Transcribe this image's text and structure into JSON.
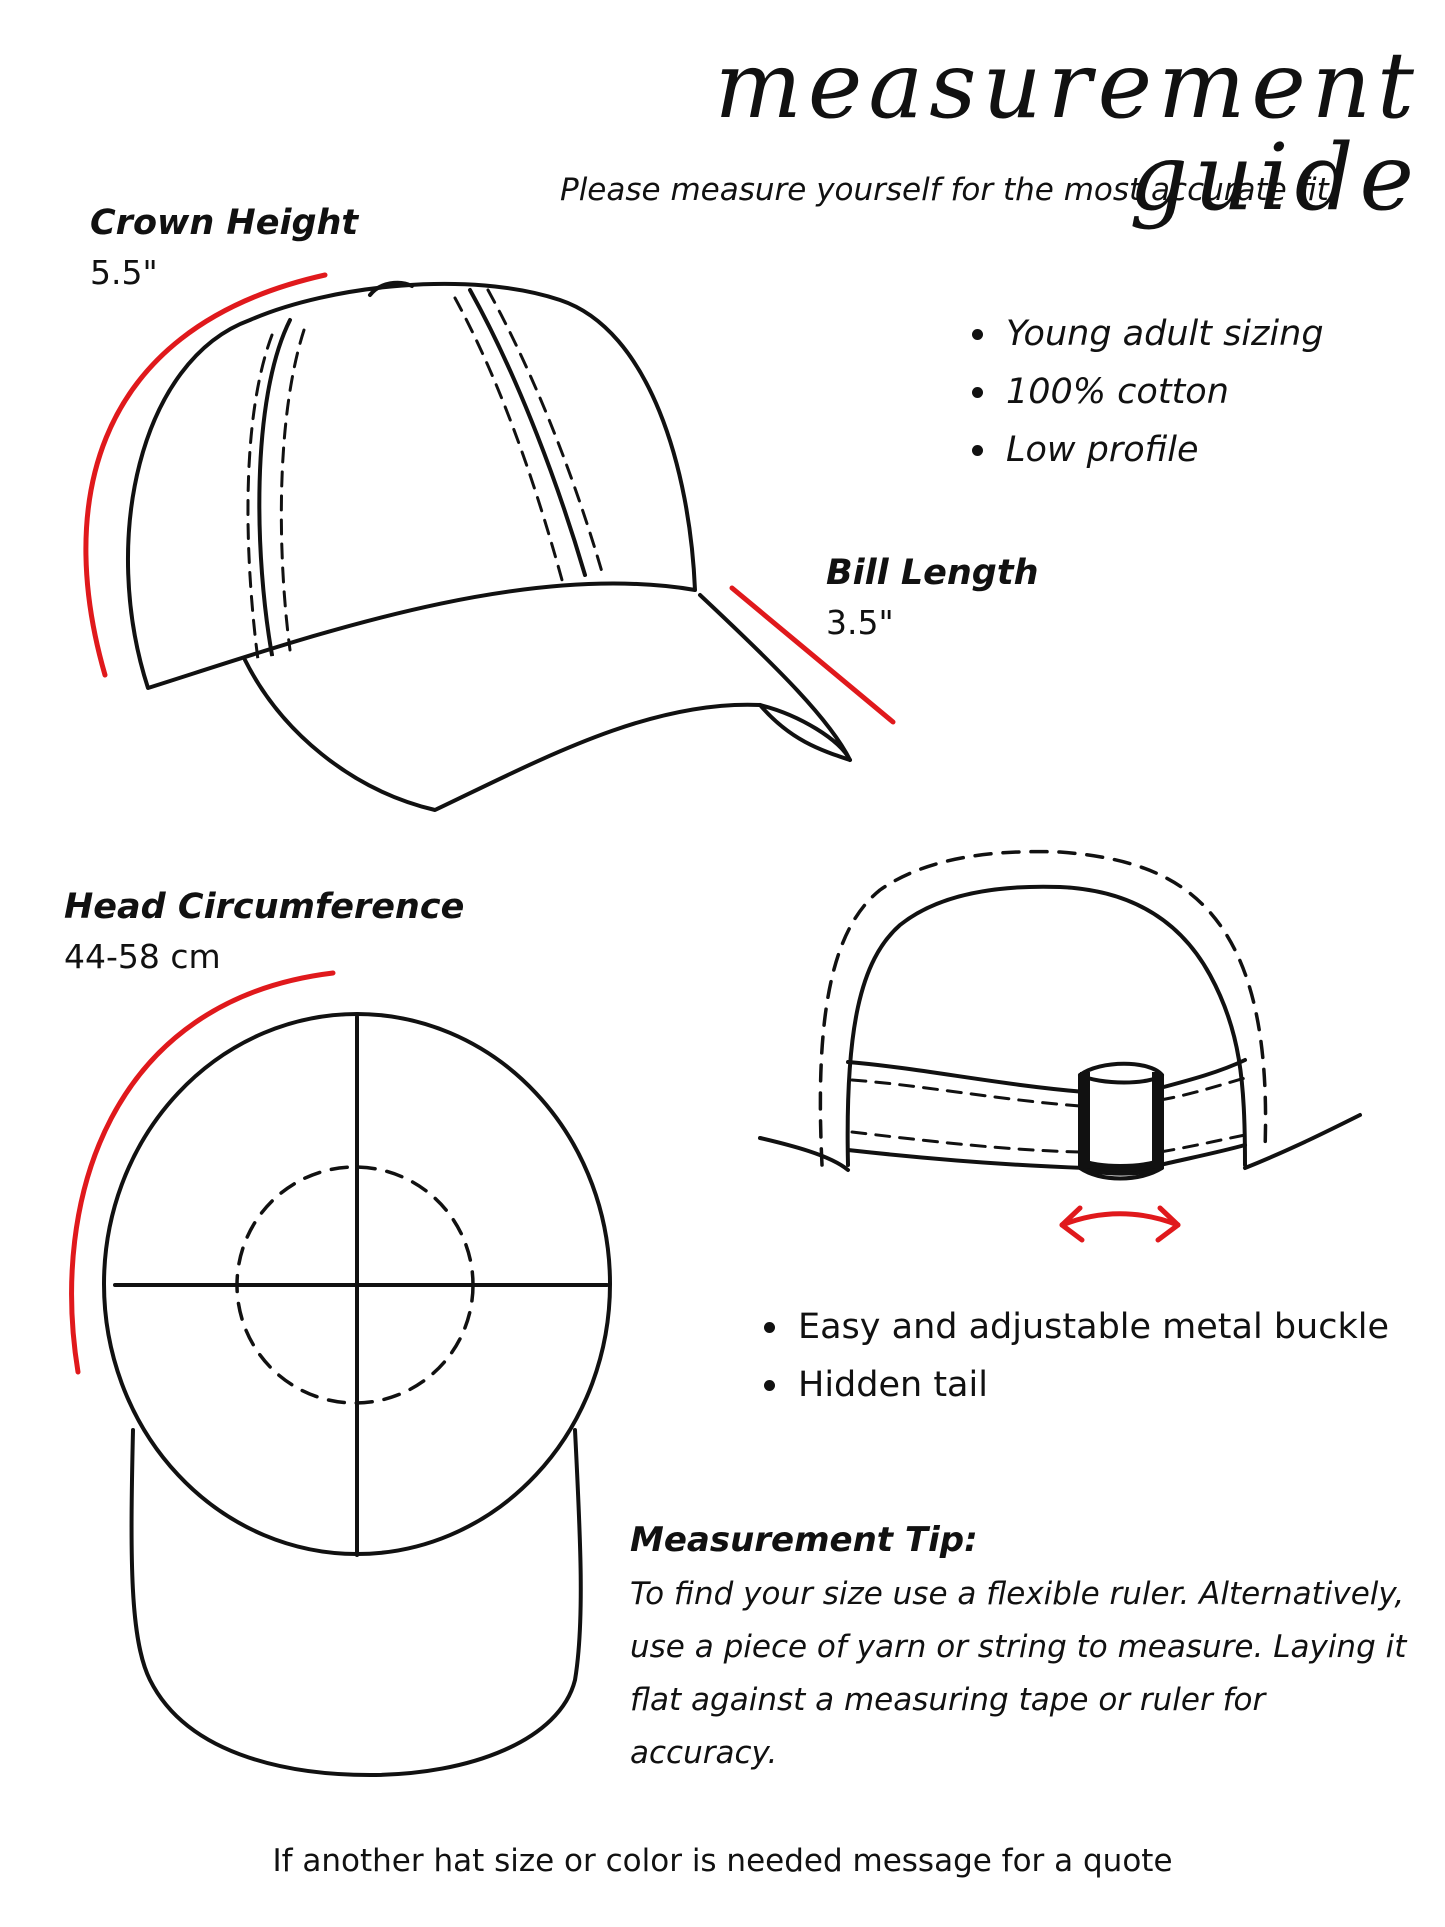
{
  "title": "measurement guide",
  "subtitle": "Please measure yourself for the most accurate fit.",
  "crown_height": {
    "label": "Crown Height",
    "value": "5.5\""
  },
  "bill_length": {
    "label": "Bill Length",
    "value": "3.5\""
  },
  "head_circumference": {
    "label": "Head Circumference",
    "value": "44-58 cm"
  },
  "features": [
    "Young adult sizing",
    "100% cotton",
    "Low profile"
  ],
  "back_features": [
    "Easy and adjustable metal buckle",
    "Hidden tail"
  ],
  "tip": {
    "title": "Measurement Tip:",
    "text": "To find your size use a flexible ruler. Alternatively, use a piece of yarn or string to measure. Laying it flat against a measuring tape or ruler for accuracy."
  },
  "footer": "If another hat size or color is needed message for a quote",
  "colors": {
    "accent": "#e0191c",
    "ink": "#111111"
  },
  "icons": [
    "cap-side-view",
    "cap-top-view",
    "cap-back-view",
    "adjust-arrow-icon"
  ]
}
